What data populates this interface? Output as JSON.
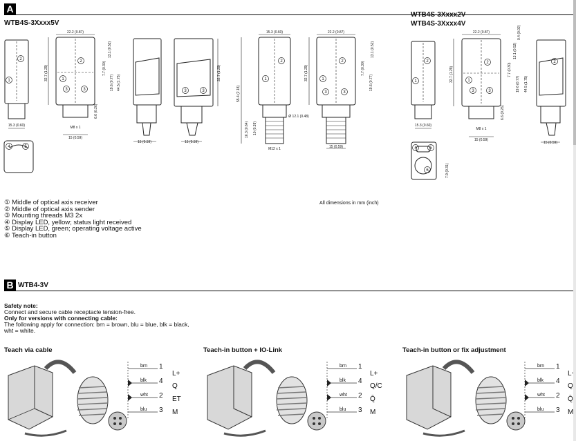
{
  "section_a": {
    "badge": "A",
    "model_left": "WTB4S-3Xxxx5V",
    "model_right_1": "WTB4S-3Xxxx2V",
    "model_right_2": "WTB4S-3Xxxx4V",
    "dims_note": "All dimensions in mm (inch)",
    "legend": [
      "① Middle of optical axis receiver",
      "② Middle of optical axis sender",
      "③ Mounting threads M3 2x",
      "④ Display LED, yellow; status light received",
      "⑤ Display LED, green; operating voltage active",
      "⑥ Teach-in button"
    ],
    "dims": {
      "d_15_3": "15.3 (0.60)",
      "d_22_2": "22.2 (0.87)",
      "d_15_3_top": "15.3 (0.60)",
      "d_22_2_b": "22.2 (0.87)",
      "d_22_2_c": "22.2 (0.87)",
      "d_15": "15 (0.59)",
      "d_m8": "M8 x 1",
      "d_m12": "M12 x 1",
      "d_32_7": "32.7 (1.29)",
      "d_32_7_b": "32.7 (1.29)",
      "d_32_7_c": "32.7 (1.29)",
      "d_55_4": "55.4 (2.18)",
      "d_12_1": "Ø 12.1 (0.48)",
      "d_13_1": "13.1 (0.52)",
      "d_7_7": "7.7 (0.30)",
      "d_19_6": "19.6 (0.77)",
      "d_44_5": "44.5 (1.75)",
      "d_6_6": "6.6 (0.26)",
      "d_16_3": "16.3 (0.64)",
      "d_10": "10 (0.39)",
      "d_0_4": "0.4 (0.02)",
      "d_7_9": "7.9 (0.31)"
    },
    "callouts": {
      "c1": "1",
      "c2": "2",
      "c3": "3",
      "c4": "4",
      "c5": "5",
      "c6": "6"
    }
  },
  "section_b": {
    "badge": "B",
    "model": "WTB4-3V",
    "safety_title": "Safety note:",
    "safety_line1": "Connect and secure cable receptacle tension-free.",
    "versions_title": "Only for versions with connecting cable:",
    "versions_line1": "The following apply for connection: brn = brown, blu = blue, blk = black,",
    "versions_line2": "wht = white.",
    "connections": [
      {
        "title": "Teach via cable",
        "pins": [
          {
            "wire": "brn",
            "pin": "1",
            "signal": "L+"
          },
          {
            "wire": "blk",
            "pin": "4",
            "signal": "Q"
          },
          {
            "wire": "wht",
            "pin": "2",
            "signal": "ET"
          },
          {
            "wire": "blu",
            "pin": "3",
            "signal": "M"
          }
        ]
      },
      {
        "title": "Teach-in button + IO-Link",
        "pins": [
          {
            "wire": "brn",
            "pin": "1",
            "signal": "L+"
          },
          {
            "wire": "blk",
            "pin": "4",
            "signal": "Q/C"
          },
          {
            "wire": "wht",
            "pin": "2",
            "signal": "Q̄"
          },
          {
            "wire": "blu",
            "pin": "3",
            "signal": "M"
          }
        ]
      },
      {
        "title": "Teach-in button or fix adjustment",
        "pins": [
          {
            "wire": "brn",
            "pin": "1",
            "signal": "L+"
          },
          {
            "wire": "blk",
            "pin": "4",
            "signal": "Q"
          },
          {
            "wire": "wht",
            "pin": "2",
            "signal": "Q̄"
          },
          {
            "wire": "blu",
            "pin": "3",
            "signal": "M"
          }
        ]
      }
    ]
  }
}
